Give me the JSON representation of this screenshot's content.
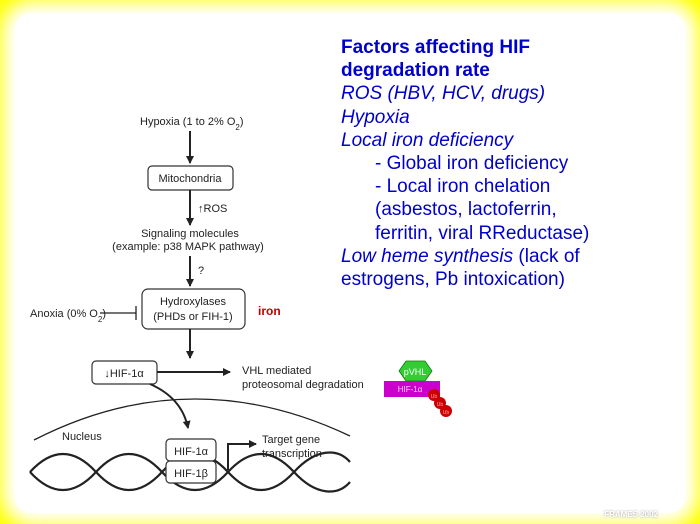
{
  "diagram": {
    "hypoxia": "Hypoxia (1 to 2% O",
    "hypoxia_sub": "2",
    "hypoxia_end": ")",
    "mitochondria": "Mitochondria",
    "ros": "↑ROS",
    "signaling_1": "Signaling molecules",
    "signaling_2": "(example: p38 MAPK pathway)",
    "question": "?",
    "anoxia": "Anoxia (0% O",
    "anoxia_sub": "2",
    "anoxia_end": ")",
    "hydroxylases_1": "Hydroxylases",
    "hydroxylases_2": "(PHDs or FIH-1)",
    "iron": "iron",
    "hif1a": "↓HIF-1α",
    "vhl_1": "VHL mediated",
    "vhl_2": "proteosomal degradation",
    "nucleus": "Nucleus",
    "hif1a_box": "HIF-1α",
    "hif1b_box": "HIF-1β",
    "target_1": "Target gene",
    "target_2": "transcription",
    "pvhl": "pVHL",
    "hif1a_small": "HIF-1α",
    "ub": "Ub"
  },
  "panel": {
    "title_1": "Factors affecting HIF",
    "title_2": "degradation rate",
    "line_ros": "ROS (HBV, HCV, drugs)",
    "line_hypoxia": "Hypoxia",
    "line_local_iron": "Local iron deficiency",
    "line_global": "- Global iron deficiency",
    "line_chelation": "- Local iron chelation",
    "line_asbestos": "(asbestos, lactoferrin,",
    "line_ferritin": "ferritin, viral RReductase)",
    "line_heme_italic": "Low heme synthesis",
    "line_heme_rest": " (lack of",
    "line_estrogens": "estrogens, Pb intoxication)"
  },
  "footer": "FRAMES 2002",
  "colors": {
    "background": "#ffff00",
    "panel_text": "#0000cc",
    "iron_label": "#c00000",
    "pvhl": "#33cc33",
    "hif_bar": "#cc00cc",
    "ubiquitin": "#cc0000"
  }
}
